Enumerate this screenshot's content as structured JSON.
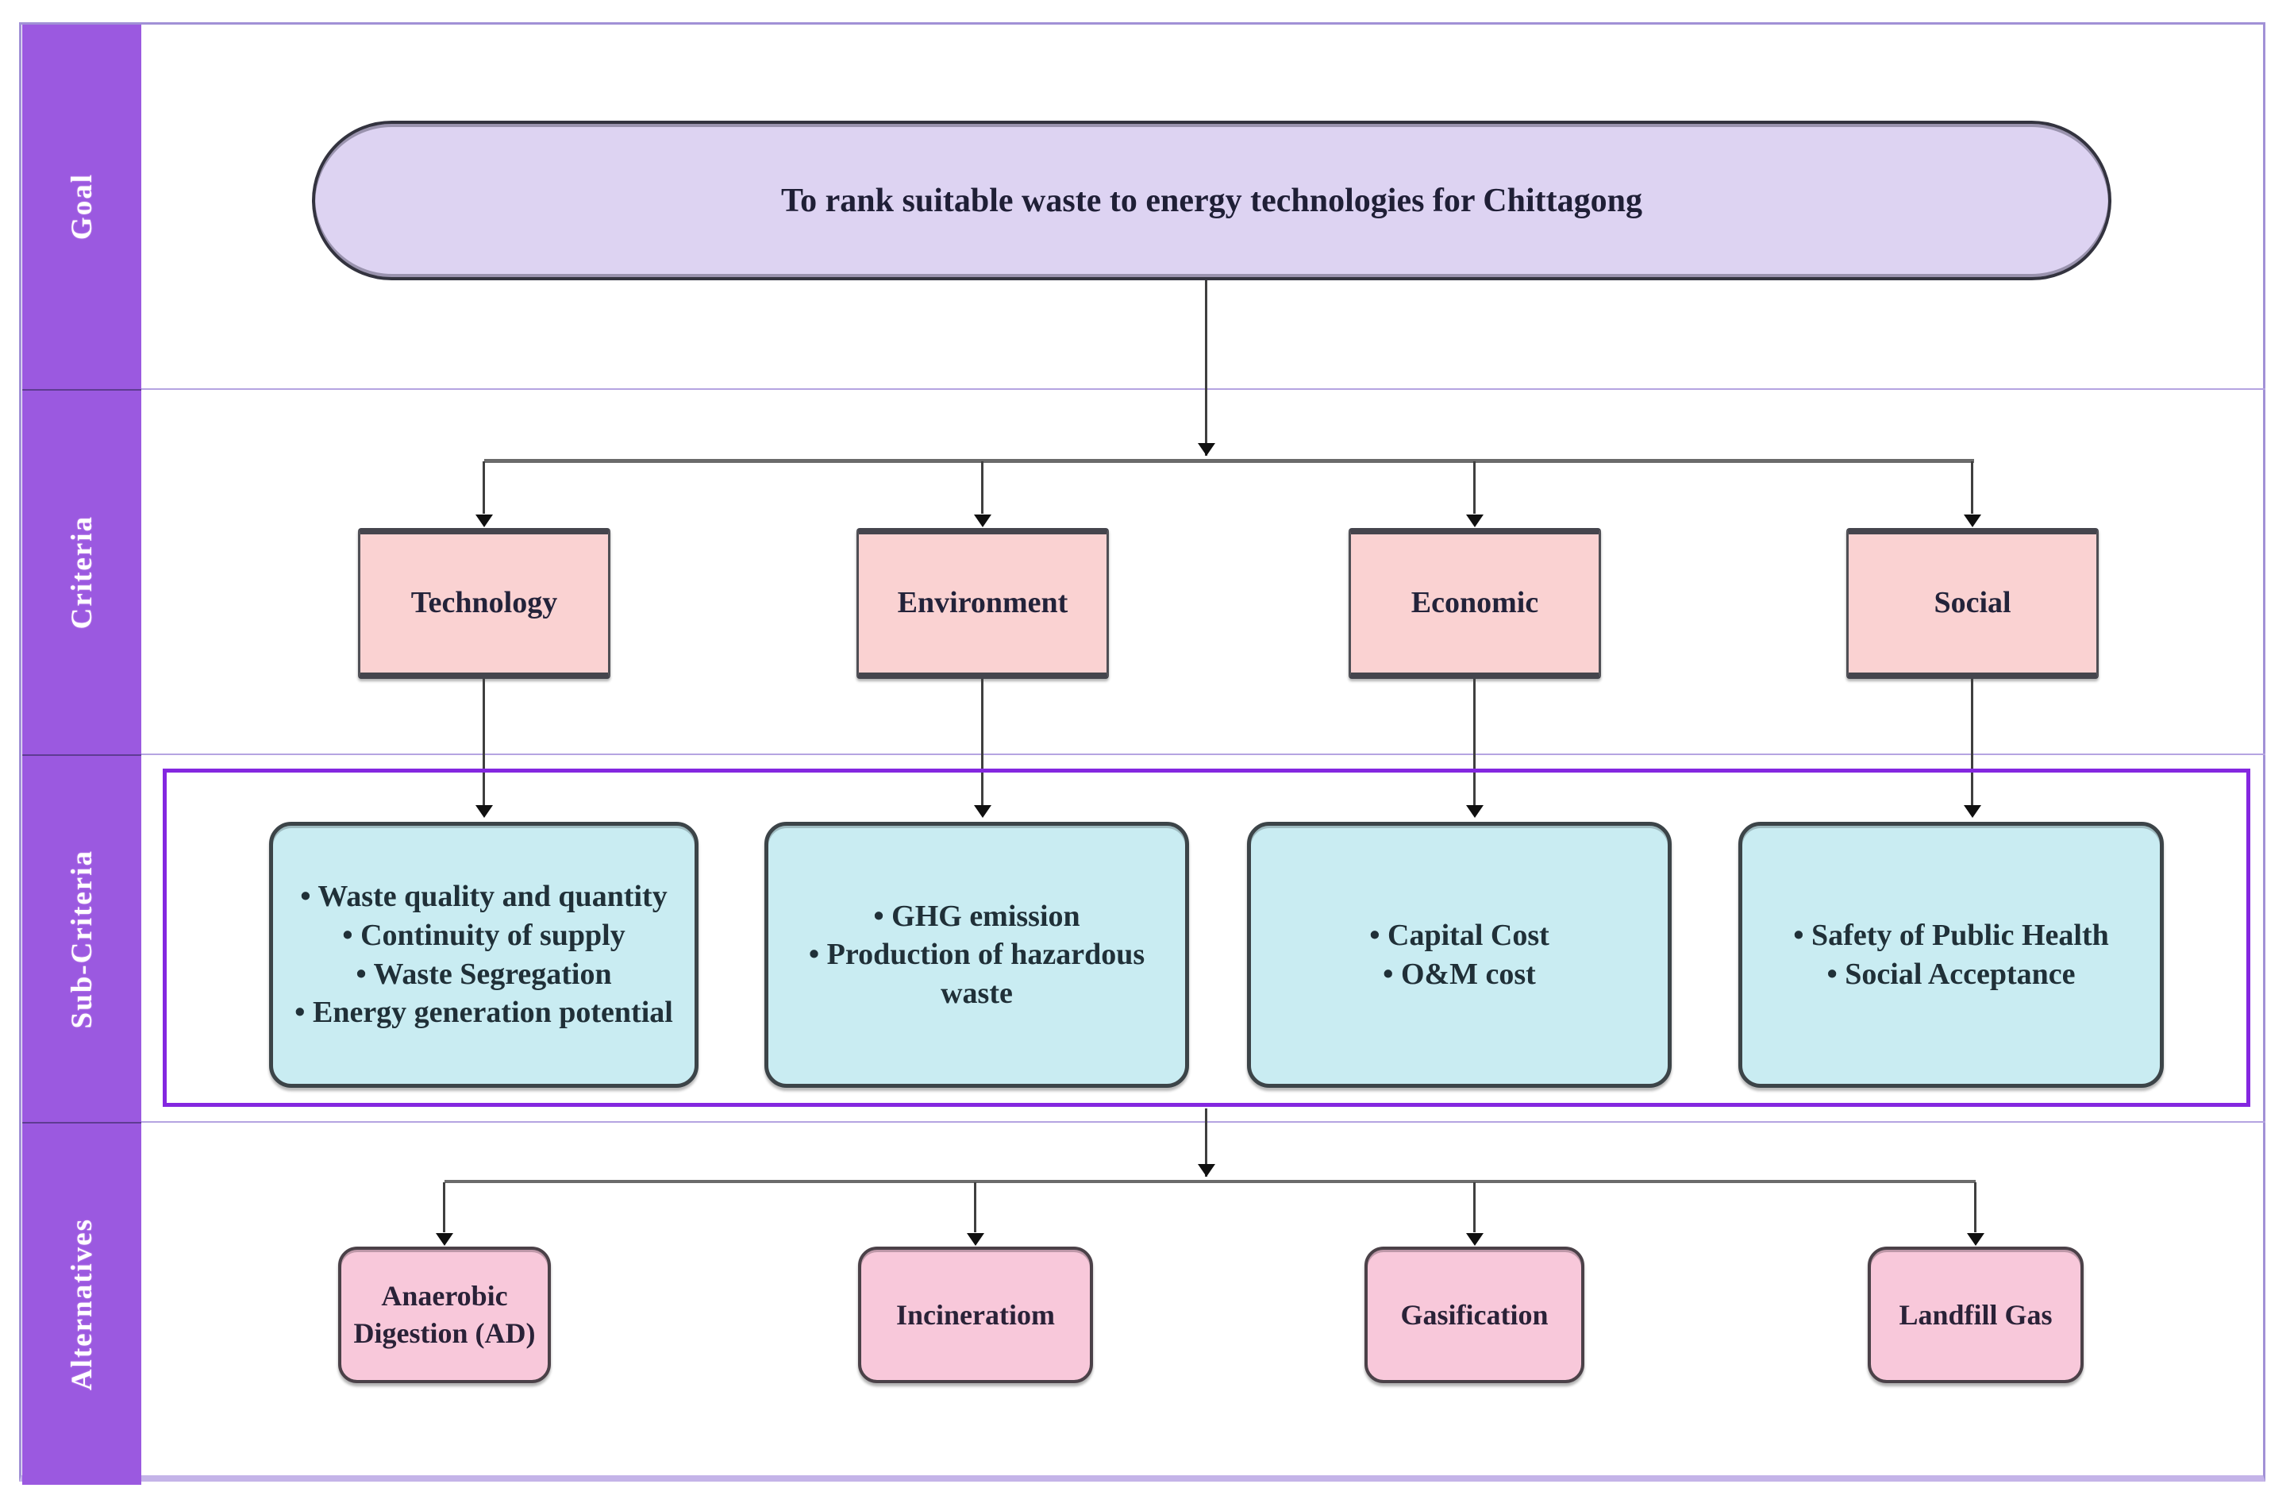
{
  "sidebar": {
    "bands": [
      {
        "label": "Goal"
      },
      {
        "label": "Criteria"
      },
      {
        "label": "Sub-Criteria"
      },
      {
        "label": "Alternatives"
      }
    ]
  },
  "goal": {
    "label": "To rank suitable waste to energy technologies for Chittagong"
  },
  "criteria": {
    "boxes": [
      {
        "label": "Technology"
      },
      {
        "label": "Environment"
      },
      {
        "label": "Economic"
      },
      {
        "label": "Social"
      }
    ]
  },
  "subcriteria": {
    "boxes": [
      {
        "items": [
          "Waste quality and quantity",
          "Continuity of supply",
          "Waste Segregation",
          "Energy generation potential"
        ]
      },
      {
        "items": [
          "GHG emission",
          "Production of hazardous waste"
        ]
      },
      {
        "items": [
          "Capital Cost",
          "O&M cost"
        ]
      },
      {
        "items": [
          "Safety of Public Health",
          "Social Acceptance"
        ]
      }
    ]
  },
  "alternatives": {
    "boxes": [
      {
        "label": "Anaerobic Digestion (AD)"
      },
      {
        "label": "Incineratiom"
      },
      {
        "label": "Gasification"
      },
      {
        "label": "Landfill Gas"
      }
    ]
  },
  "colors": {
    "sidebar_fill": "#9b59e0",
    "goal_fill": "#ddd3f2",
    "criteria_fill": "#fad2d2",
    "subcriteria_fill": "#c9ecf2",
    "alternatives_fill": "#f8c8da",
    "subcriteria_frame": "#8427e0",
    "row_divider": "#b5a4e1",
    "connector_line": "#555555",
    "band_text": "#ffffff"
  }
}
